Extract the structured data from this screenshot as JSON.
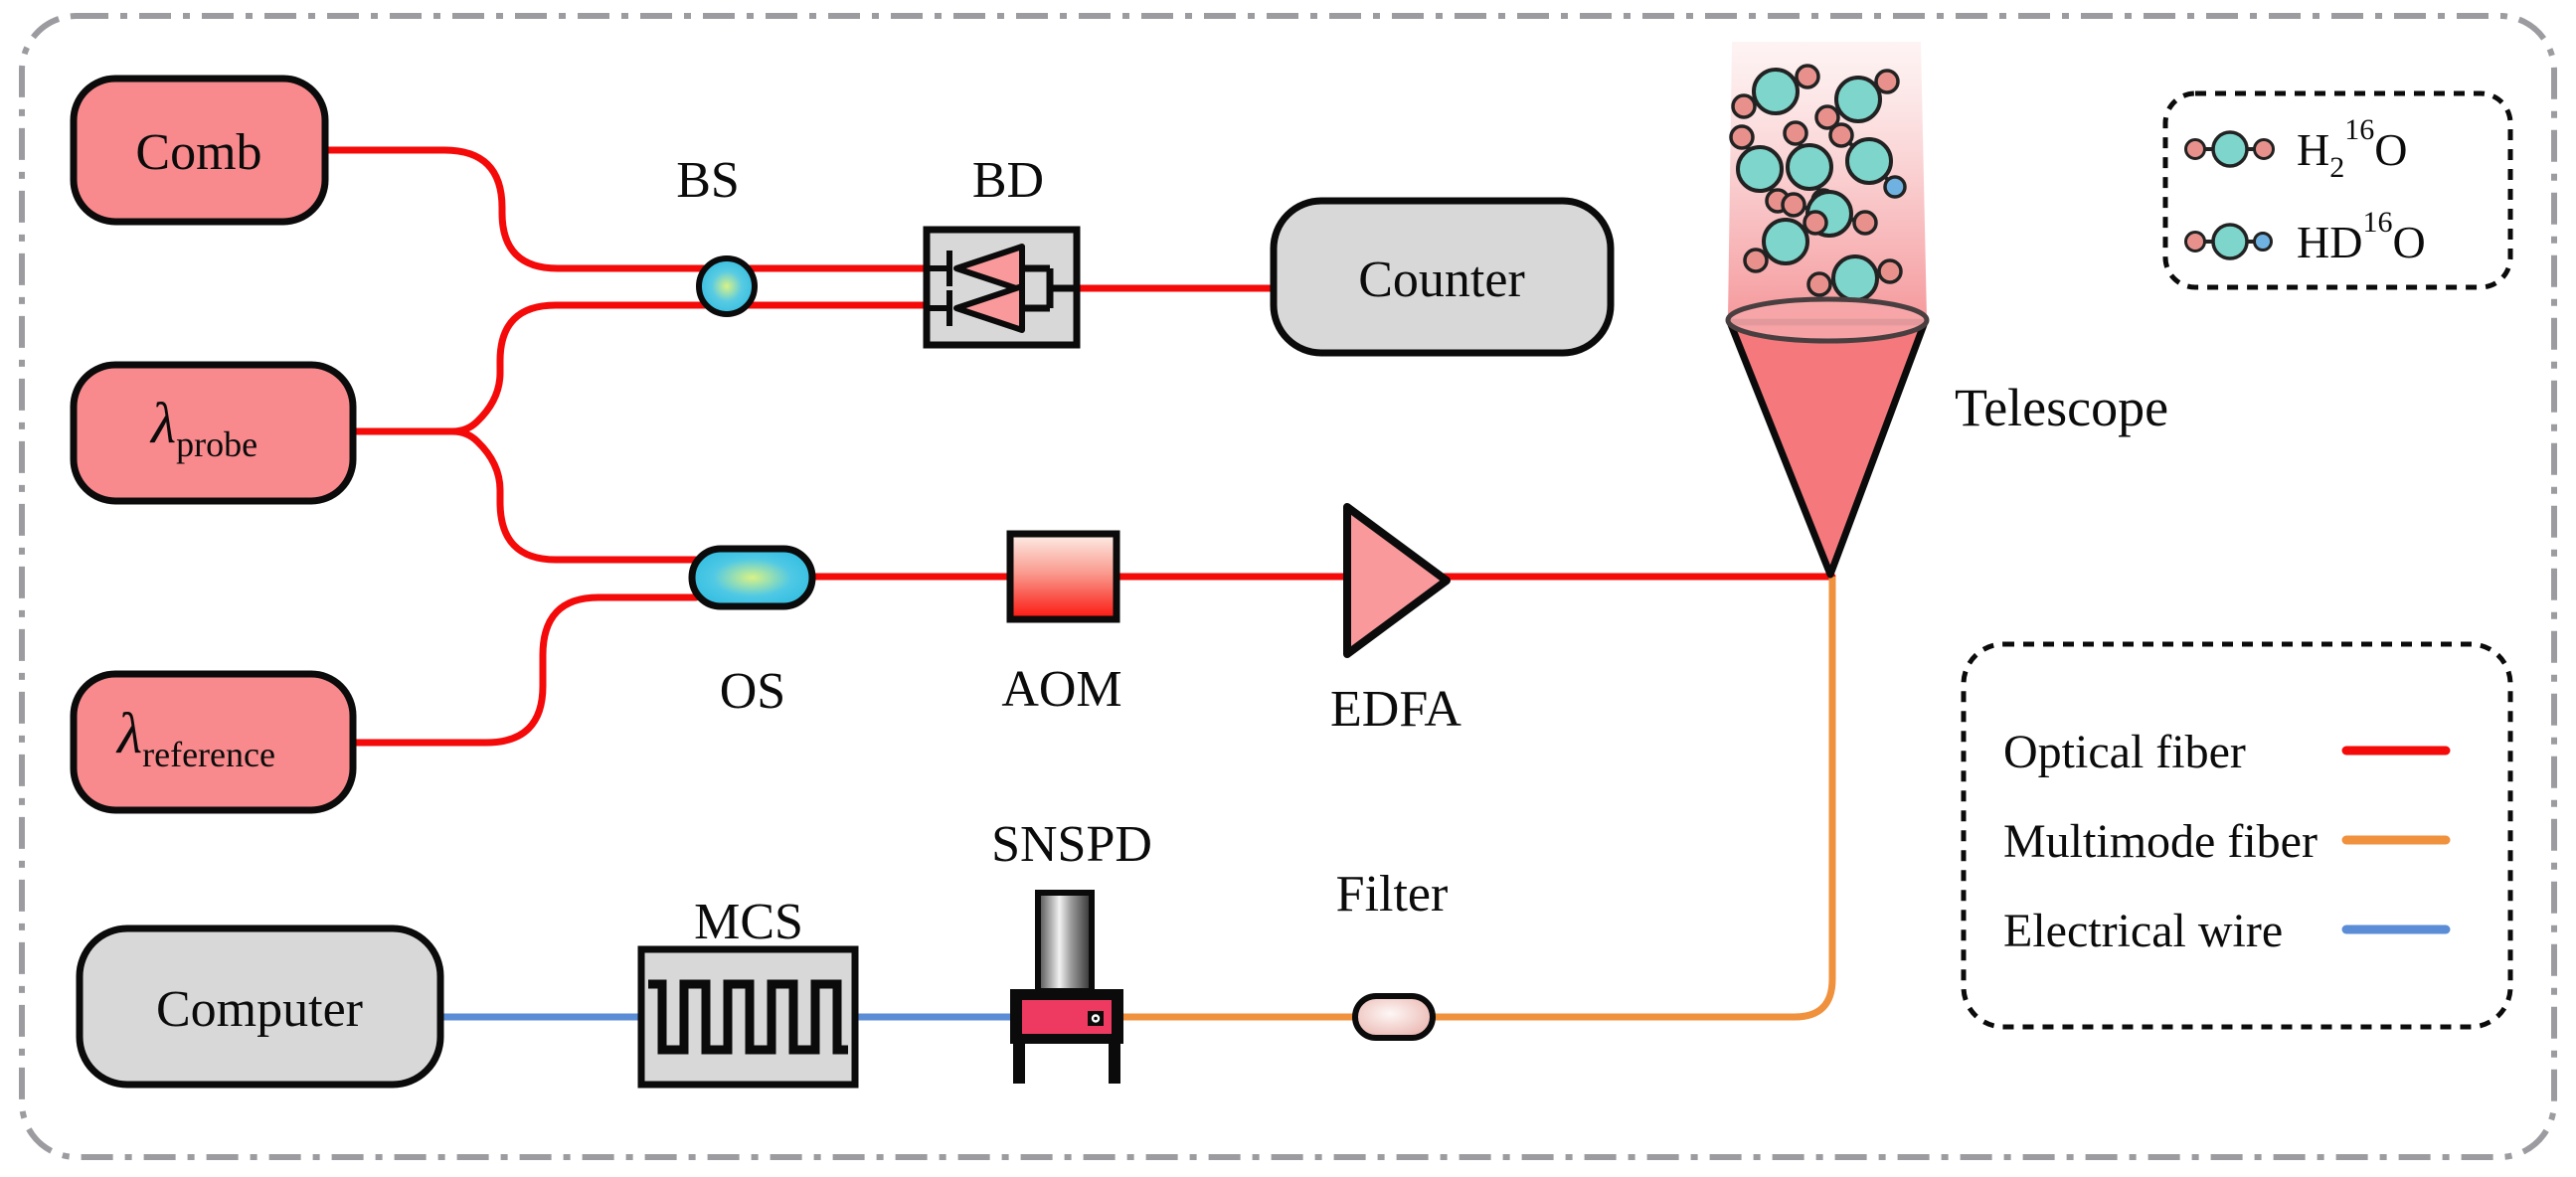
{
  "nodes": {
    "comb": {
      "label": "Comb"
    },
    "probe": {
      "symbol": "λ",
      "subscript": "probe"
    },
    "reference": {
      "symbol": "λ",
      "subscript": "reference"
    },
    "counter": {
      "label": "Counter"
    },
    "computer": {
      "label": "Computer"
    }
  },
  "component_labels": {
    "bs": "BS",
    "bd": "BD",
    "os": "OS",
    "aom": "AOM",
    "edfa": "EDFA",
    "telescope": "Telescope",
    "snspd": "SNSPD",
    "mcs": "MCS",
    "filter": "Filter"
  },
  "molecule_legend": {
    "items": [
      {
        "base": "H",
        "sub": "2",
        "sup": "16",
        "end": "O",
        "atoms": "hydrogen-oxygen-hydrogen"
      },
      {
        "base": "HD",
        "sup": "16",
        "end": "O",
        "atoms": "hydrogen-oxygen-deuterium"
      }
    ]
  },
  "wire_legend": {
    "items": [
      {
        "label": "Optical fiber",
        "color": "#F50A0A"
      },
      {
        "label": "Multimode fiber",
        "color": "#F0913D"
      },
      {
        "label": "Electrical wire",
        "color": "#5B8DD6"
      }
    ]
  },
  "colors": {
    "optical_fiber": "#F50A0A",
    "multimode_fiber": "#F0913D",
    "electrical_wire": "#5B8DD6",
    "source_box": "#F8898C",
    "device_box": "#D8D8D8",
    "diode": "#F9999B",
    "cone": "#F5797C",
    "snspd_panel": "#EE3A61",
    "oxygen": "#7DD5CB",
    "hydrogen": "#E8918C",
    "deuterium": "#6FB2E2",
    "frame": "#9C9CA0"
  }
}
